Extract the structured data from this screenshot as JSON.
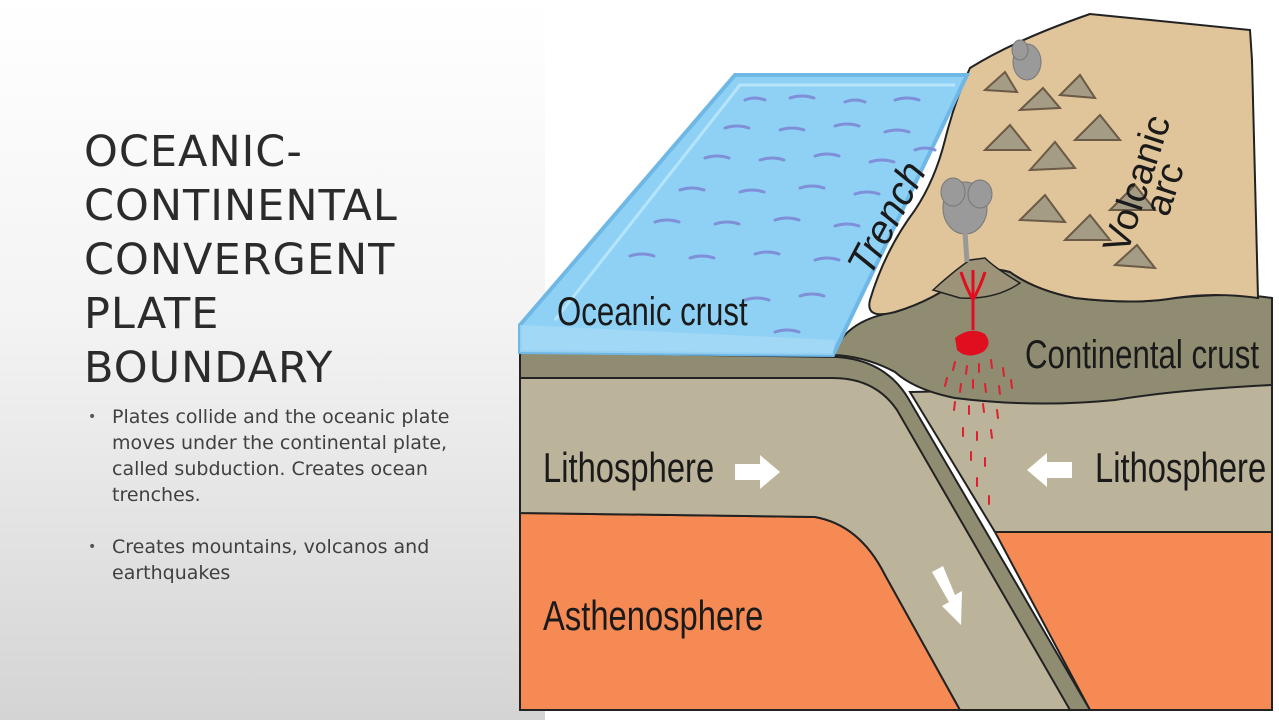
{
  "slide": {
    "title_lines": [
      "OCEANIC-",
      "CONTINENTAL",
      "CONVERGENT",
      "PLATE",
      "BOUNDARY"
    ],
    "bullets": [
      "Plates collide and the oceanic plate moves under the continental plate, called subduction.  Creates ocean trenches.",
      "Creates mountains, volcanos and earthquakes"
    ]
  },
  "diagram": {
    "labels": {
      "oceanic_crust": "Oceanic crust",
      "continental_crust": "Continental crust",
      "lithosphere_left": "Lithosphere",
      "lithosphere_right": "Lithosphere",
      "asthenosphere": "Asthenosphere",
      "trench": "Trench",
      "volcanic": "Volcanic",
      "arc": "arc"
    },
    "colors": {
      "ocean": "#8fd1f5",
      "ocean_edge": "#6fb8e6",
      "wave": "#7f8fd8",
      "mountain": "#e0c49a",
      "continental_crust": "#8f8c72",
      "lithosphere": "#bcb49a",
      "oceanic_plate": "#8f8c72",
      "asthenosphere": "#f58a55",
      "magma": "#e00f1f",
      "outline": "#222222"
    }
  }
}
